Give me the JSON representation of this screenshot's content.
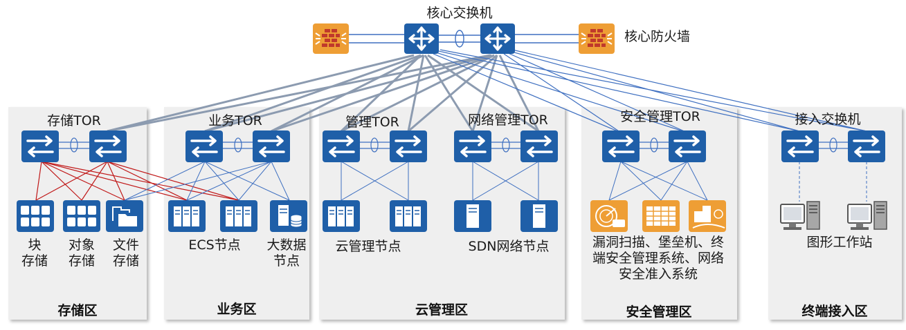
{
  "core": {
    "switch_label": "核心交换机",
    "firewall_label": "核心防火墙"
  },
  "zones": [
    {
      "id": "storage",
      "name": "存储区",
      "tor_label": "存储TOR"
    },
    {
      "id": "business",
      "name": "业务区",
      "tor_label": "业务TOR"
    },
    {
      "id": "cloud",
      "name": "云管理区",
      "tor_label": "管理TOR",
      "tor2_label": "网络管理TOR"
    },
    {
      "id": "security",
      "name": "安全管理区",
      "tor_label": "安全管理TOR"
    },
    {
      "id": "terminal",
      "name": "终端接入区",
      "tor_label": "接入交换机"
    }
  ],
  "nodes": {
    "block_storage": "块\n存储",
    "object_storage": "对象\n存储",
    "file_storage": "文件\n存储",
    "ecs": "ECS节点",
    "bigdata": "大数据\n节点",
    "cloud_mgmt": "云管理节点",
    "sdn": "SDN网络节点",
    "security_systems": "漏洞扫描、堡垒机、终\n端安全管理系统、网络\n安全准入系统",
    "workstation": "图形工作站"
  },
  "colors": {
    "switch_blue": "#1f5fa8",
    "firewall_orange": "#ee9e35",
    "zone_bg": "#efefef",
    "uplink_gray": "#8c9bb0",
    "link_blue": "#3e6fc0",
    "storage_red": "#c01818"
  }
}
